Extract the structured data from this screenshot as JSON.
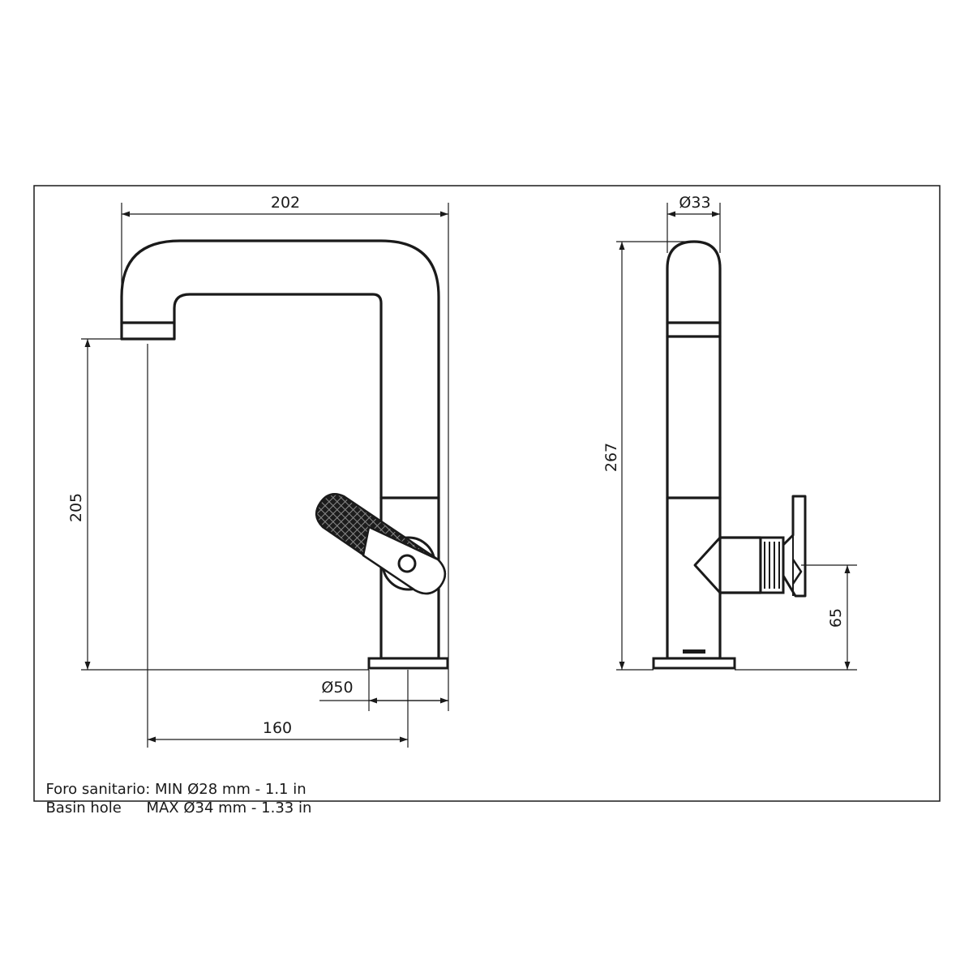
{
  "front_view": {
    "dims": {
      "overall_width": "202",
      "spout_height": "205",
      "spout_reach": "160",
      "base_diameter": "Ø50"
    }
  },
  "side_view": {
    "dims": {
      "body_diameter": "Ø33",
      "overall_height": "267",
      "lever_height": "65"
    }
  },
  "notes": {
    "line1_label": "Foro sanitario:",
    "line1_value": "MIN Ø28 mm - 1.1 in",
    "line2_label": "Basin hole",
    "line2_value": "MAX Ø34 mm - 1.33 in"
  }
}
